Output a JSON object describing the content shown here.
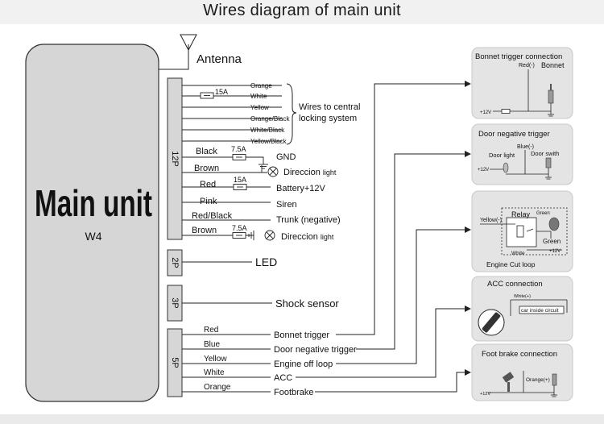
{
  "title": "Wires diagram of main unit",
  "main_unit": {
    "label": "Main unit",
    "model": "W4"
  },
  "antenna": {
    "label": "Antenna"
  },
  "connector_12p": {
    "label": "12P",
    "locking_wires": [
      "Orange",
      "White",
      "Yellow",
      "Orange/Black",
      "White/Black",
      "Yellow/Black"
    ],
    "locking_fuse": "15A",
    "locking_label_line1": "Wires to central",
    "locking_label_line2": "locking system",
    "wires": [
      {
        "color": "Black",
        "fuse": "7.5A",
        "target": "GND"
      },
      {
        "color": "Brown",
        "target": "Direccion",
        "target_small": "light"
      },
      {
        "color": "Red",
        "fuse": "15A",
        "target": "Battery+12V"
      },
      {
        "color": "Pink",
        "target": "Siren"
      },
      {
        "color": "Red/Black",
        "target": "Trunk  (negative)"
      },
      {
        "color": "Brown",
        "fuse": "7.5A",
        "target": "Direccion",
        "target_small": "light"
      }
    ]
  },
  "connector_2p": {
    "label": "2P",
    "target": "LED"
  },
  "connector_3p": {
    "label": "3P",
    "target": "Shock sensor"
  },
  "connector_5p": {
    "label": "5P",
    "wires": [
      {
        "color": "Red",
        "target": "Bonnet trigger"
      },
      {
        "color": "Blue",
        "target": "Door negative trigger"
      },
      {
        "color": "Yellow",
        "target": "Engine off loop"
      },
      {
        "color": "White",
        "target": "ACC"
      },
      {
        "color": "Orange",
        "target": "Footbrake"
      }
    ]
  },
  "panels": {
    "bonnet": {
      "title": "Bonnet trigger connection",
      "red": "Red(-)",
      "bonnet": "Bonnet",
      "v12": "+12V"
    },
    "door": {
      "title": "Door negative trigger",
      "blue": "Blue(-)",
      "door_light": "Door light",
      "door_switch": "Door swith",
      "v12": "+12V"
    },
    "engine": {
      "title": "Engine Cut loop",
      "yellow": "Yellow(-)",
      "relay": "Relay",
      "green_small": "Green",
      "green": "Green",
      "white": "White",
      "v12": "+12V"
    },
    "acc": {
      "title": "ACC connection",
      "white": "White(+)",
      "car_circuit": "car inside circuit"
    },
    "foot": {
      "title": "Foot brake connection",
      "orange": "Orange(+)",
      "v12": "+12V"
    }
  }
}
